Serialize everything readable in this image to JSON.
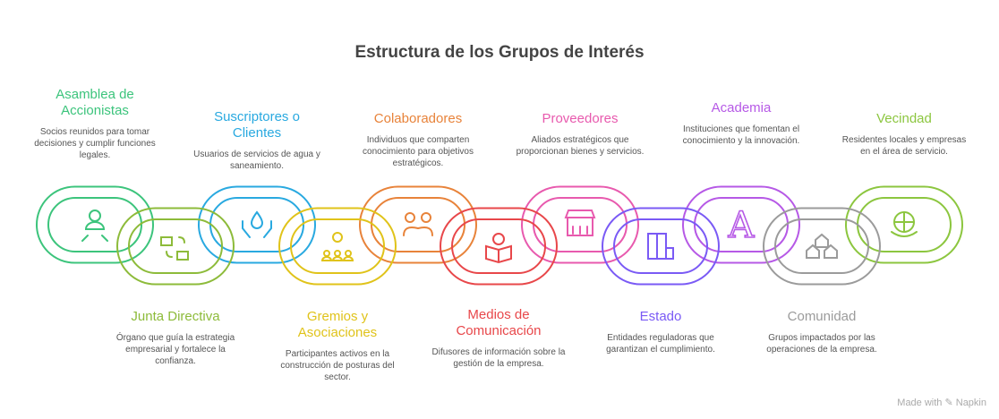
{
  "title": "Estructura de los Grupos de Interés",
  "top": [
    {
      "title": "Asamblea de Accionistas",
      "desc": "Socios reunidos para tomar decisiones y cumplir funciones legales.",
      "color": "#3cc47c",
      "icon": "person-arrows-icon"
    },
    {
      "title": "Suscriptores o Clientes",
      "desc": "Usuarios de servicios de agua y saneamiento.",
      "color": "#29a9e0",
      "icon": "water-hands-icon"
    },
    {
      "title": "Colaboradores",
      "desc": "Individuos que comparten conocimiento para objetivos estratégicos.",
      "color": "#e8833a",
      "icon": "collaboration-icon"
    },
    {
      "title": "Proveedores",
      "desc": "Aliados estratégicos que proporcionan bienes y servicios.",
      "color": "#e85aae",
      "icon": "storefront-icon"
    },
    {
      "title": "Academia",
      "desc": "Instituciones que fomentan el conocimiento y la innovación.",
      "color": "#b659e6",
      "icon": "letter-a-icon"
    },
    {
      "title": "Vecindad",
      "desc": "Residentes locales y empresas en el área de servicio.",
      "color": "#8cc63f",
      "icon": "globe-hands-icon"
    }
  ],
  "bottom": [
    {
      "title": "Junta Directiva",
      "desc": "Órgano que guía la estrategia empresarial y fortalece la confianza.",
      "color": "#8dbb3a",
      "icon": "briefcase-exchange-icon"
    },
    {
      "title": "Gremios y Asociaciones",
      "desc": "Participantes activos en la construcción de posturas del sector.",
      "color": "#e0c31a",
      "icon": "idea-group-icon"
    },
    {
      "title": "Medios de Comunicación",
      "desc": "Difusores de información sobre la gestión de la empresa.",
      "color": "#e8474a",
      "icon": "reader-icon"
    },
    {
      "title": "Estado",
      "desc": "Entidades reguladoras que garantizan el cumplimiento.",
      "color": "#7a5af5",
      "icon": "map-document-icon"
    },
    {
      "title": "Comunidad",
      "desc": "Grupos impactados por las operaciones de la empresa.",
      "color": "#9b9b9b",
      "icon": "houses-icon"
    }
  ],
  "footer": "Made with ✎ Napkin"
}
